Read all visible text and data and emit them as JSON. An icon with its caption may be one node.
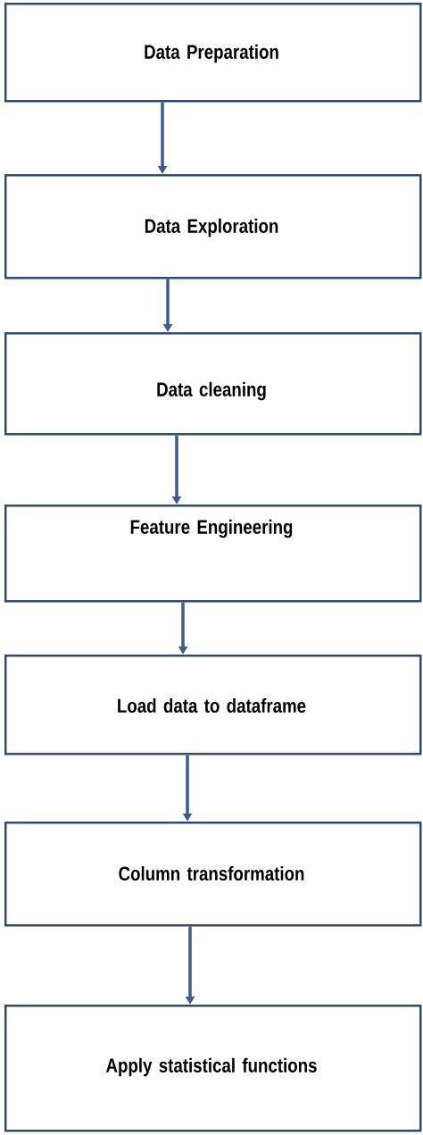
{
  "diagram": {
    "nodes": [
      {
        "text": [
          "Data Preparation"
        ]
      },
      {
        "text": [
          "Data Exploration"
        ]
      },
      {
        "text": [
          "Data cleaning"
        ]
      },
      {
        "text": [
          "Feature Engineering"
        ]
      },
      {
        "text": [
          "Load data to dataframe"
        ]
      },
      {
        "text": [
          "Column transformation"
        ]
      },
      {
        "text": [
          "Apply statistical functions"
        ]
      }
    ],
    "edges": [
      {
        "from": 0,
        "to": 1,
        "arrow": "to"
      },
      {
        "from": 1,
        "to": 2,
        "arrow": "to"
      },
      {
        "from": 2,
        "to": 3,
        "arrow": "to"
      },
      {
        "from": 3,
        "to": 4,
        "arrow": "to"
      },
      {
        "from": 4,
        "to": 5,
        "arrow": "to"
      },
      {
        "from": 5,
        "to": 6,
        "arrow": "to"
      }
    ]
  }
}
